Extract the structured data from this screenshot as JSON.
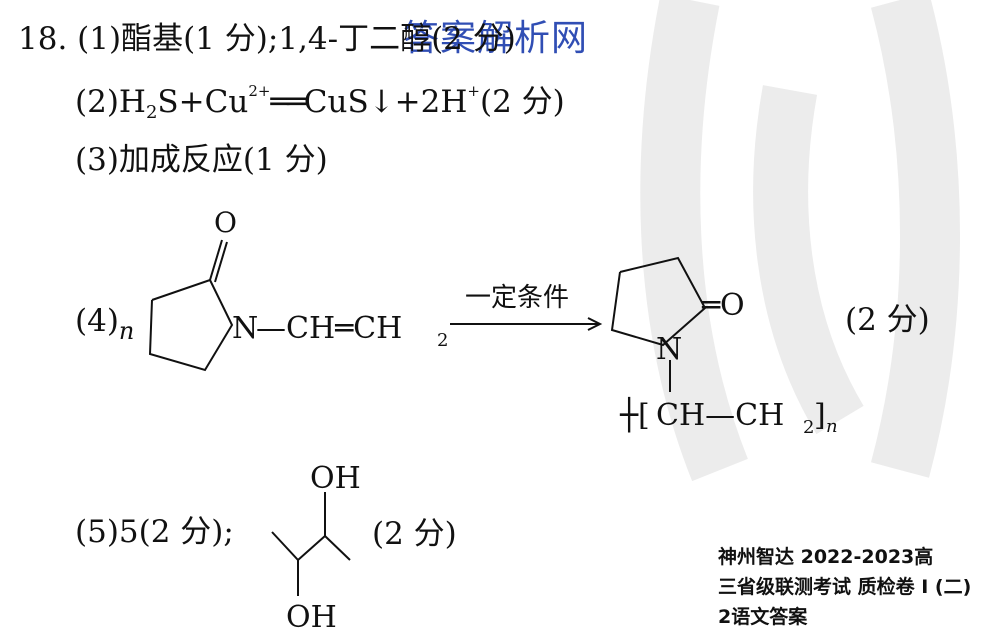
{
  "question": {
    "number": "18.",
    "part1": "(1)酯基(1 分);1,4-丁二醇(2 分)",
    "part2": {
      "prefix": "(2)H",
      "h2_sub": "2",
      "s_plus_cu": "S+Cu",
      "cu_charge": "2+",
      "equals": "══",
      "cus": "CuS↓+2H",
      "h_charge": "+",
      "score": "(2 分)"
    },
    "part3": "(3)加成反应(1 分)",
    "part4": {
      "label": "(4)",
      "n": "n",
      "o_top": "O",
      "n_atom": "N",
      "chain": "—CH═CH",
      "ch2_sub": "2",
      "condition": "一定条件",
      "product_o": "═O",
      "product_n": "N",
      "bracket_left": "┼[",
      "ch": "CH—CH",
      "product_sub": "2",
      "bracket_right": "]",
      "n_sub": "n",
      "score": "(2 分)"
    },
    "part5": {
      "label": "(5)5(2 分);",
      "oh_top": "OH",
      "oh_bottom": "OH",
      "score": "(2 分)"
    }
  },
  "watermark": {
    "text": "答案解析网"
  },
  "footer": {
    "line1": "神州智达 2022-2023高",
    "line2": "三省级联测考试 质检卷 I (二)",
    "line3": "2语文答案"
  },
  "colors": {
    "watermark": "#1f3fae",
    "arc": "#e8e8e8"
  }
}
